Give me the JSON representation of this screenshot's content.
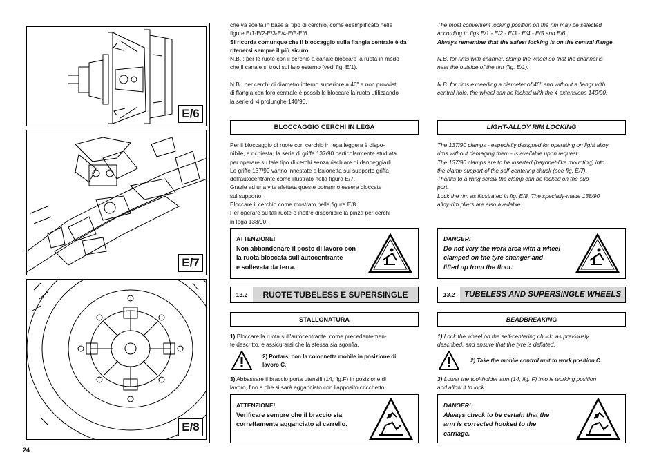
{
  "page_number": "24",
  "figures": {
    "e6": "E/6",
    "e7": "E/7",
    "e8": "E/8"
  },
  "italian": {
    "intro_lines": [
      "che va scelta in base al tipo di cerchio, come esemplificato nelle",
      "figure E/1-E/2-E/3-E/4-E/5-E/6."
    ],
    "intro_bold_lines": [
      "Si ricorda comunque che il bloccaggio sulla flangia centrale è da",
      "ritenersi sempre il più sicuro."
    ],
    "nb1_lines": [
      "N.B. : per le ruote con il cerchio a canale bloccare la ruota in modo",
      "che il canale si trovi sul lato esterno  (vedi fig. E/1)."
    ],
    "nb2_lines": [
      "N.B.: per cerchi di diametro interno superiore a 46\" e non provvisti",
      "di flangia con foro centrale è possibile bloccare la ruota utilizzando",
      "la serie di 4 prolunghe 140/90."
    ],
    "alloy_header": "BLOCCAGGIO CERCHI IN LEGA",
    "alloy_lines": [
      "Per il bloccaggio di ruote con cerchio in lega leggera è dispo-",
      "nibile, a richiesta, la serie di griffe 137/90 particolarmente studiata",
      "per operare su tale tipo di cerchi senza rischiare di danneggiarli.",
      "Le griffe 137/90 vanno innestate a baionetta sul supporto griffa",
      "dell'autocentrante come illustrato nella figura E/7.",
      "Grazie ad una vite alettata queste potranno essere bloccate",
      "sul supporto.",
      "Bloccare il cerchio come mostrato nella figura E/8.",
      "Per operare su tali ruote è inoltre disponibile la pinza per cerchi",
      "in lega  138/90."
    ],
    "warn1_title": "ATTENZIONE!",
    "warn1_lines": [
      "Non abbandonare il posto di lavoro con",
      "la  ruota bloccata sull'autocentrante",
      "e sollevata da terra."
    ],
    "section_number": "13.2",
    "section_title": "RUOTE TUBELESS E SUPERSINGLE",
    "bead_header": "STALLONATURA",
    "step1_num": "1)",
    "step1_lines": [
      "Bloccare la ruota sull'autocentrante, come precedentemen-",
      "te descritto, e assicurarsi che la stessa sia sgonfia."
    ],
    "step2_lines": [
      "2) Portarsi con la colonnetta mobile in posizione di",
      "lavoro C."
    ],
    "step3_num": "3)",
    "step3_lines": [
      "Abbassare il braccio porta utensili (14, fig.F) in posizione di",
      "lavoro,  fino a che si sarà agganciato con l'apposito cricchetto."
    ],
    "warn2_title": "ATTENZIONE!",
    "warn2_lines": [
      "Verificare sempre che il braccio sia",
      "correttamente agganciato al carrello."
    ]
  },
  "english": {
    "intro_lines": [
      "The most convenient locking position on the rim may be selected",
      "according to figs E/1 - E/2 - E/3 - E/4 - E/5 and E/6."
    ],
    "intro_bold_line": "Always remember that the safest locking is on the central flange.",
    "nb1_lines": [
      "N.B. for rims with channel, clamp  the wheel so that the channel is",
      "near the outside of the rim (fig. E/1)."
    ],
    "nb2_lines": [
      "N.B. for rims exceeding a diameter of 46\" and without a flangr with",
      "central hole, the wheel can be locked with the 4 extensions 140/90."
    ],
    "alloy_header": "LIGHT-ALLOY RIM LOCKING",
    "alloy_lines": [
      "The 137/90 clamps - especially designed for operating on light alloy",
      "rims without damaging them - is available upon request.",
      "The 137/90 clamps are to be inserted (bayonet-like mounting) into",
      "the clamp support of the self-centering chuck (see fig. E/7).",
      "Thanks to a wing screw the clamp can be locked on the sup-",
      "port.",
      "Lock the rim as illustrated in fig. E/8. The specially-made 138/90",
      "alloy-rim pliers are also available."
    ],
    "warn1_title": "DANGER!",
    "warn1_lines": [
      "Do not very the work area with a wheel",
      "clamped on the tyre changer and",
      "lifted up from the floor."
    ],
    "section_number": "13.2",
    "section_title": "TUBELESS AND SUPERSINGLE WHEELS",
    "bead_header": "BEADBREAKING",
    "step1_num": "1)",
    "step1_lines": [
      "Lock the wheel on the self-centering chuck, as previously",
      "described, and ensure that the tyre is deflated."
    ],
    "step2_line": "2) Take the mobile control unit to work position C.",
    "step3_num": "3)",
    "step3_lines": [
      "Lower the tool-holder arm (14, fig. F) into is working position",
      "and allow it to lock."
    ],
    "warn2_title": "DANGER!",
    "warn2_lines": [
      "Always check to be certain that the",
      "arm is corrected hooked to the",
      "carriage."
    ]
  }
}
